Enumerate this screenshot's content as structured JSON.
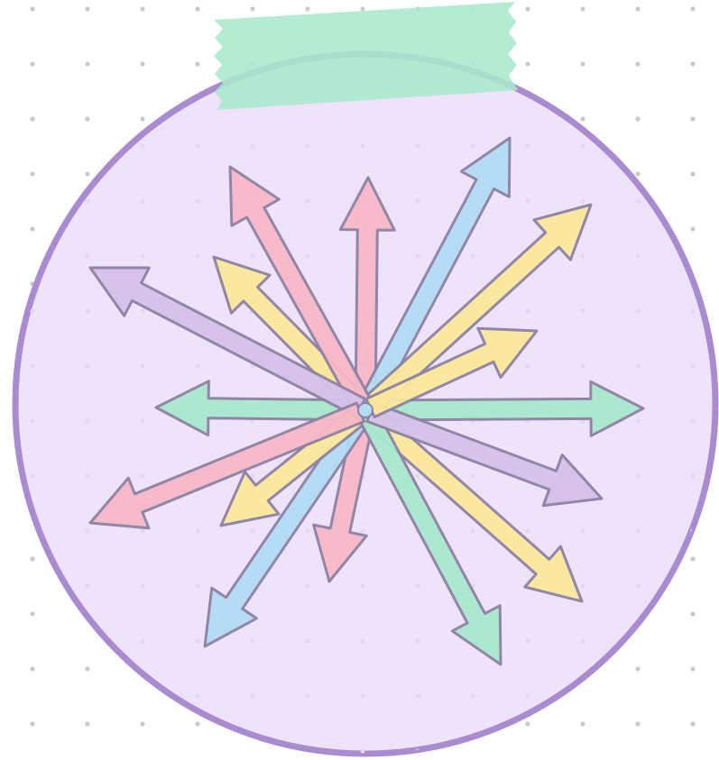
{
  "background": {
    "color": "#ffffff",
    "dot_color": "#c9c9cf"
  },
  "badge": {
    "fill": "#efe3fb",
    "border": "#a98bd0",
    "inner_dot_color": "#e4d6f3"
  },
  "tape": {
    "color": "#a9e9cd"
  },
  "arrow_outline": "#8d82a3",
  "arrow_colors": {
    "pink": "#f7b8c8",
    "yellow": "#fbe89c",
    "blue": "#b3dcf5",
    "green": "#a9e9cd",
    "purple": "#d6c2ea"
  },
  "arrows": [
    {
      "name": "arrow-green-west",
      "color": "green"
    },
    {
      "name": "arrow-green-east",
      "color": "green"
    },
    {
      "name": "arrow-pink-north",
      "color": "pink"
    },
    {
      "name": "arrow-pink-south",
      "color": "pink"
    },
    {
      "name": "arrow-blue-northeast",
      "color": "blue"
    },
    {
      "name": "arrow-blue-southwest",
      "color": "blue"
    },
    {
      "name": "arrow-yellow-northeast",
      "color": "yellow"
    },
    {
      "name": "arrow-yellow-southwest",
      "color": "yellow"
    },
    {
      "name": "arrow-yellow-northwest",
      "color": "yellow"
    },
    {
      "name": "arrow-yellow-southeast",
      "color": "yellow"
    },
    {
      "name": "arrow-pink-northwest",
      "color": "pink"
    },
    {
      "name": "arrow-green-southeast",
      "color": "green"
    },
    {
      "name": "arrow-purple-northwest",
      "color": "purple"
    },
    {
      "name": "arrow-purple-southeast",
      "color": "purple"
    },
    {
      "name": "arrow-yellow-east-short",
      "color": "yellow"
    },
    {
      "name": "arrow-pink-southwest",
      "color": "pink"
    }
  ]
}
